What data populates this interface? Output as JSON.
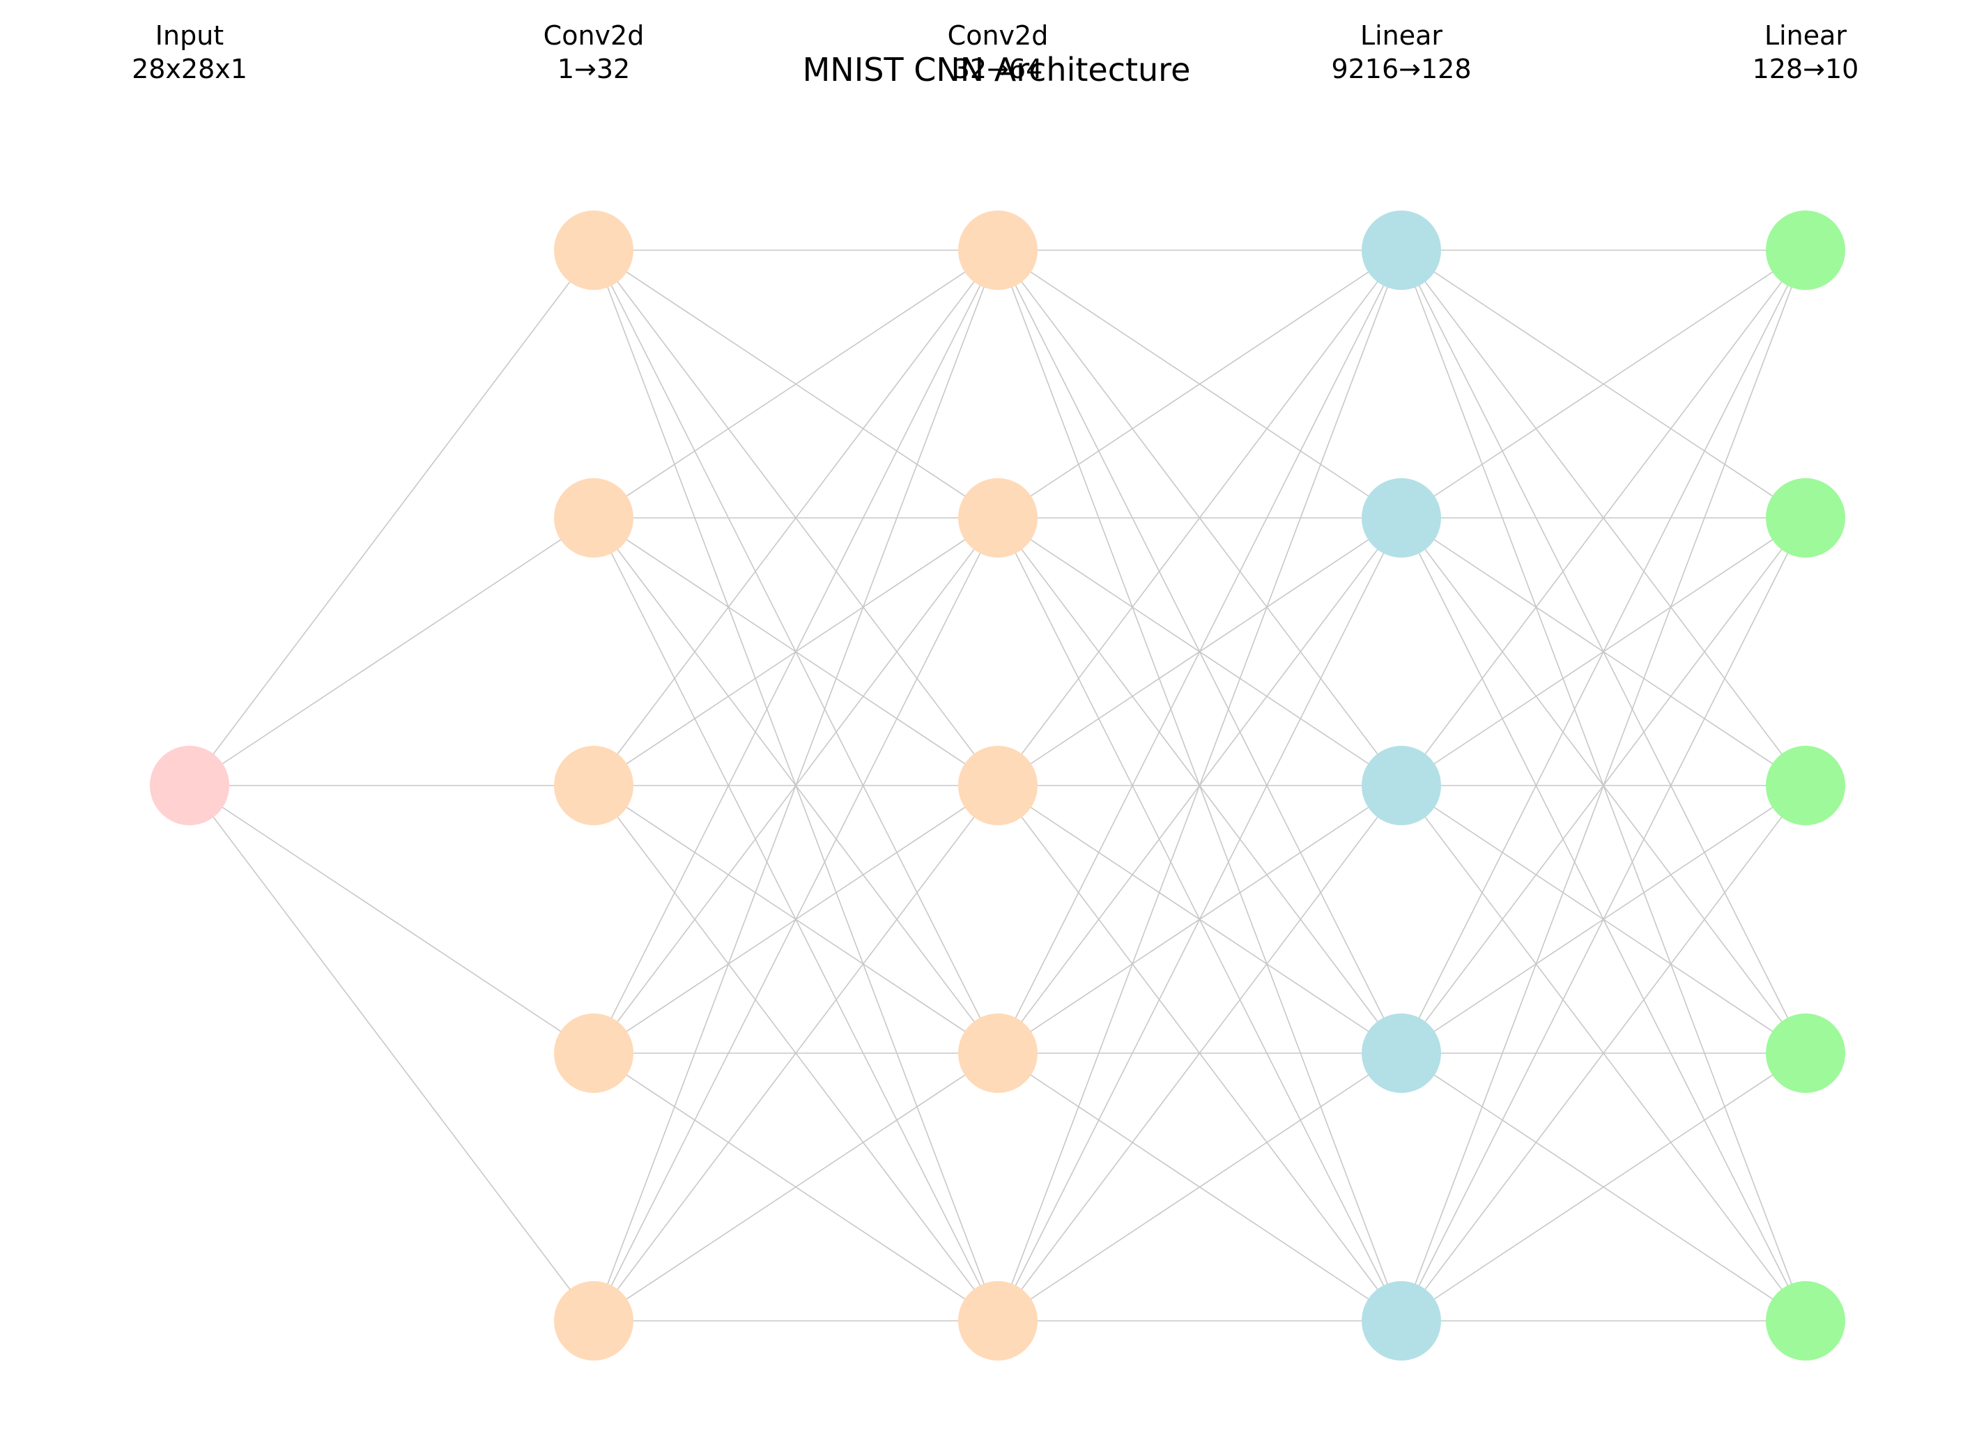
{
  "title": "MNIST CNN Architecture",
  "edge_color": "#c8c8c8",
  "layers": [
    {
      "name": "Input",
      "detail": "28x28x1",
      "nodes": 1,
      "color": "#ffd1d1"
    },
    {
      "name": "Conv2d",
      "detail": "1→32",
      "nodes": 5,
      "color": "#ffdab8"
    },
    {
      "name": "Conv2d",
      "detail": "32→64",
      "nodes": 5,
      "color": "#ffdab8"
    },
    {
      "name": "Linear",
      "detail": "9216→128",
      "nodes": 5,
      "color": "#b3e0e6"
    },
    {
      "name": "Linear",
      "detail": "128→10",
      "nodes": 5,
      "color": "#9ef99a"
    }
  ]
}
